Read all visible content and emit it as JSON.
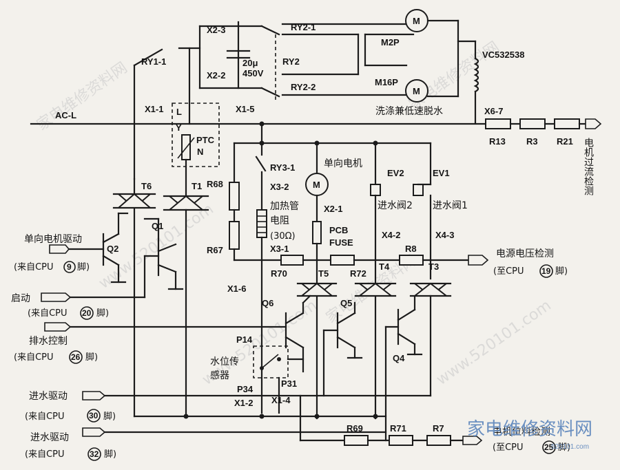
{
  "labels": {
    "x2_3": "X2-3",
    "x2_2": "X2-2",
    "cap": "20μ",
    "cap_v": "450V",
    "ry1_1": "RY1-1",
    "ry2": "RY2",
    "ry2_1": "RY2-1",
    "ry2_2": "RY2-2",
    "m2p": "M2P",
    "m16p": "M16P",
    "motor": "M",
    "vc": "VC532538",
    "wash_spin": "洗涤兼低速脱水",
    "x1_1": "X1-1",
    "x1_5": "X1-5",
    "x6_7": "X6-7",
    "ac_l": "AC-L",
    "l": "L",
    "y": "Y",
    "n": "N",
    "ptc": "PTC",
    "r13": "R13",
    "r3": "R3",
    "r21": "R21",
    "overcurrent": "电机过流检测",
    "t6": "T6",
    "t1": "T1",
    "r68": "R68",
    "ry3_1": "RY3-1",
    "x3_2": "X3-2",
    "single_motor": "单向电机",
    "ev2": "EV2",
    "ev1": "EV1",
    "inlet2": "进水阀2",
    "inlet1": "进水阀1",
    "heater": "加热管",
    "heater2": "电阻",
    "heater_r": "(30Ω)",
    "x2_1": "X2-1",
    "pcb": "PCB",
    "fuse": "FUSE",
    "x4_2": "X4-2",
    "x4_3": "X4-3",
    "r8": "R8",
    "r67": "R67",
    "x3_1": "X3-1",
    "q1": "Q1",
    "q2": "Q2",
    "single_drive": "单向电机驱动",
    "from_cpu_9": "(来自CPU",
    "pin9": "9",
    "jiao": "脚)",
    "volt_detect": "电源电压检测",
    "to_cpu_19": "(至CPU",
    "pin19": "19",
    "r70": "R70",
    "t5": "T5",
    "r72": "R72",
    "t4": "T4",
    "t3": "T3",
    "x1_6": "X1-6",
    "start": "启动",
    "from_cpu_20": "(来自CPU",
    "pin20": "20",
    "q6": "Q6",
    "q5": "Q5",
    "q4": "Q4",
    "drain": "排水控制",
    "from_cpu_26": "(来自CPU",
    "pin26": "26",
    "p14": "P14",
    "water_sensor": "水位传",
    "water_sensor2": "感器",
    "p31": "P31",
    "p34": "P34",
    "inlet_drive": "进水驱动",
    "from_cpu_30": "(来自CPU",
    "pin30": "30",
    "x1_2": "X1-2",
    "x1_4": "X1-4",
    "r69": "R69",
    "r71": "R71",
    "r7": "R7",
    "inlet_drive2": "进水驱动",
    "from_cpu_32": "(来自CPU",
    "pin32": "32",
    "motor_pos": "电机位料检测",
    "to_cpu_25": "(至CPU",
    "pin25": "25",
    "brand": "家电维修资料网",
    "url_small": "520101.com",
    "watermark": "家电维修资料网",
    "watermark_url": "www.520101.com"
  }
}
